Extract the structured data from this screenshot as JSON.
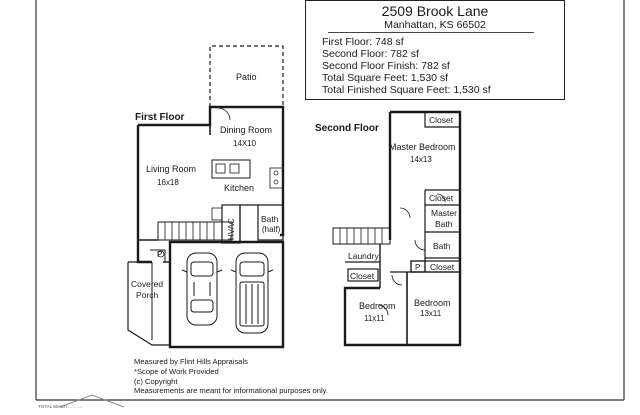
{
  "info": {
    "address_line1": "2509 Brook Lane",
    "address_line2": "Manhattan, KS 66502",
    "stats": [
      "First Floor: 748 sf",
      "Second Floor: 782 sf",
      "Second Floor Finish: 782 sf",
      "Total Square Feet: 1,530 sf",
      "Total Finished Square Feet: 1,530 sf"
    ]
  },
  "first_floor": {
    "title": "First Floor",
    "rooms": {
      "patio": "Patio",
      "dining": "Dining Room",
      "dining_size": "14X10",
      "living": "Living Room",
      "living_size": "16x18",
      "kitchen": "Kitchen",
      "hvac": "HVAC",
      "bath": "Bath",
      "bath_note": "(half)",
      "covered_porch_1": "Covered",
      "covered_porch_2": "Porch",
      "pantry": "P"
    }
  },
  "second_floor": {
    "title": "Second Floor",
    "rooms": {
      "closet_top": "Closet",
      "master_bedroom": "Master Bedroom",
      "master_bedroom_size": "14x13",
      "closet_master": "Closet",
      "master_bath_1": "Master",
      "master_bath_2": "Bath",
      "bath": "Bath",
      "laundry": "Laundry",
      "closet_left": "Closet",
      "closet_right": "Closet",
      "pantry": "P",
      "bedroom1": "Bedroom",
      "bedroom1_size": "11x11",
      "bedroom2": "Bedroom",
      "bedroom2_size": "13x11"
    }
  },
  "notes": {
    "line1": "Measured by Flint Hills Appraisals",
    "line2": "*Scope of Work Provided",
    "line3": "(c) Copyright",
    "line4": "Measurements are meant for informational purposes only."
  },
  "tiny_text": "TOTAL Sketch ... ... ..."
}
